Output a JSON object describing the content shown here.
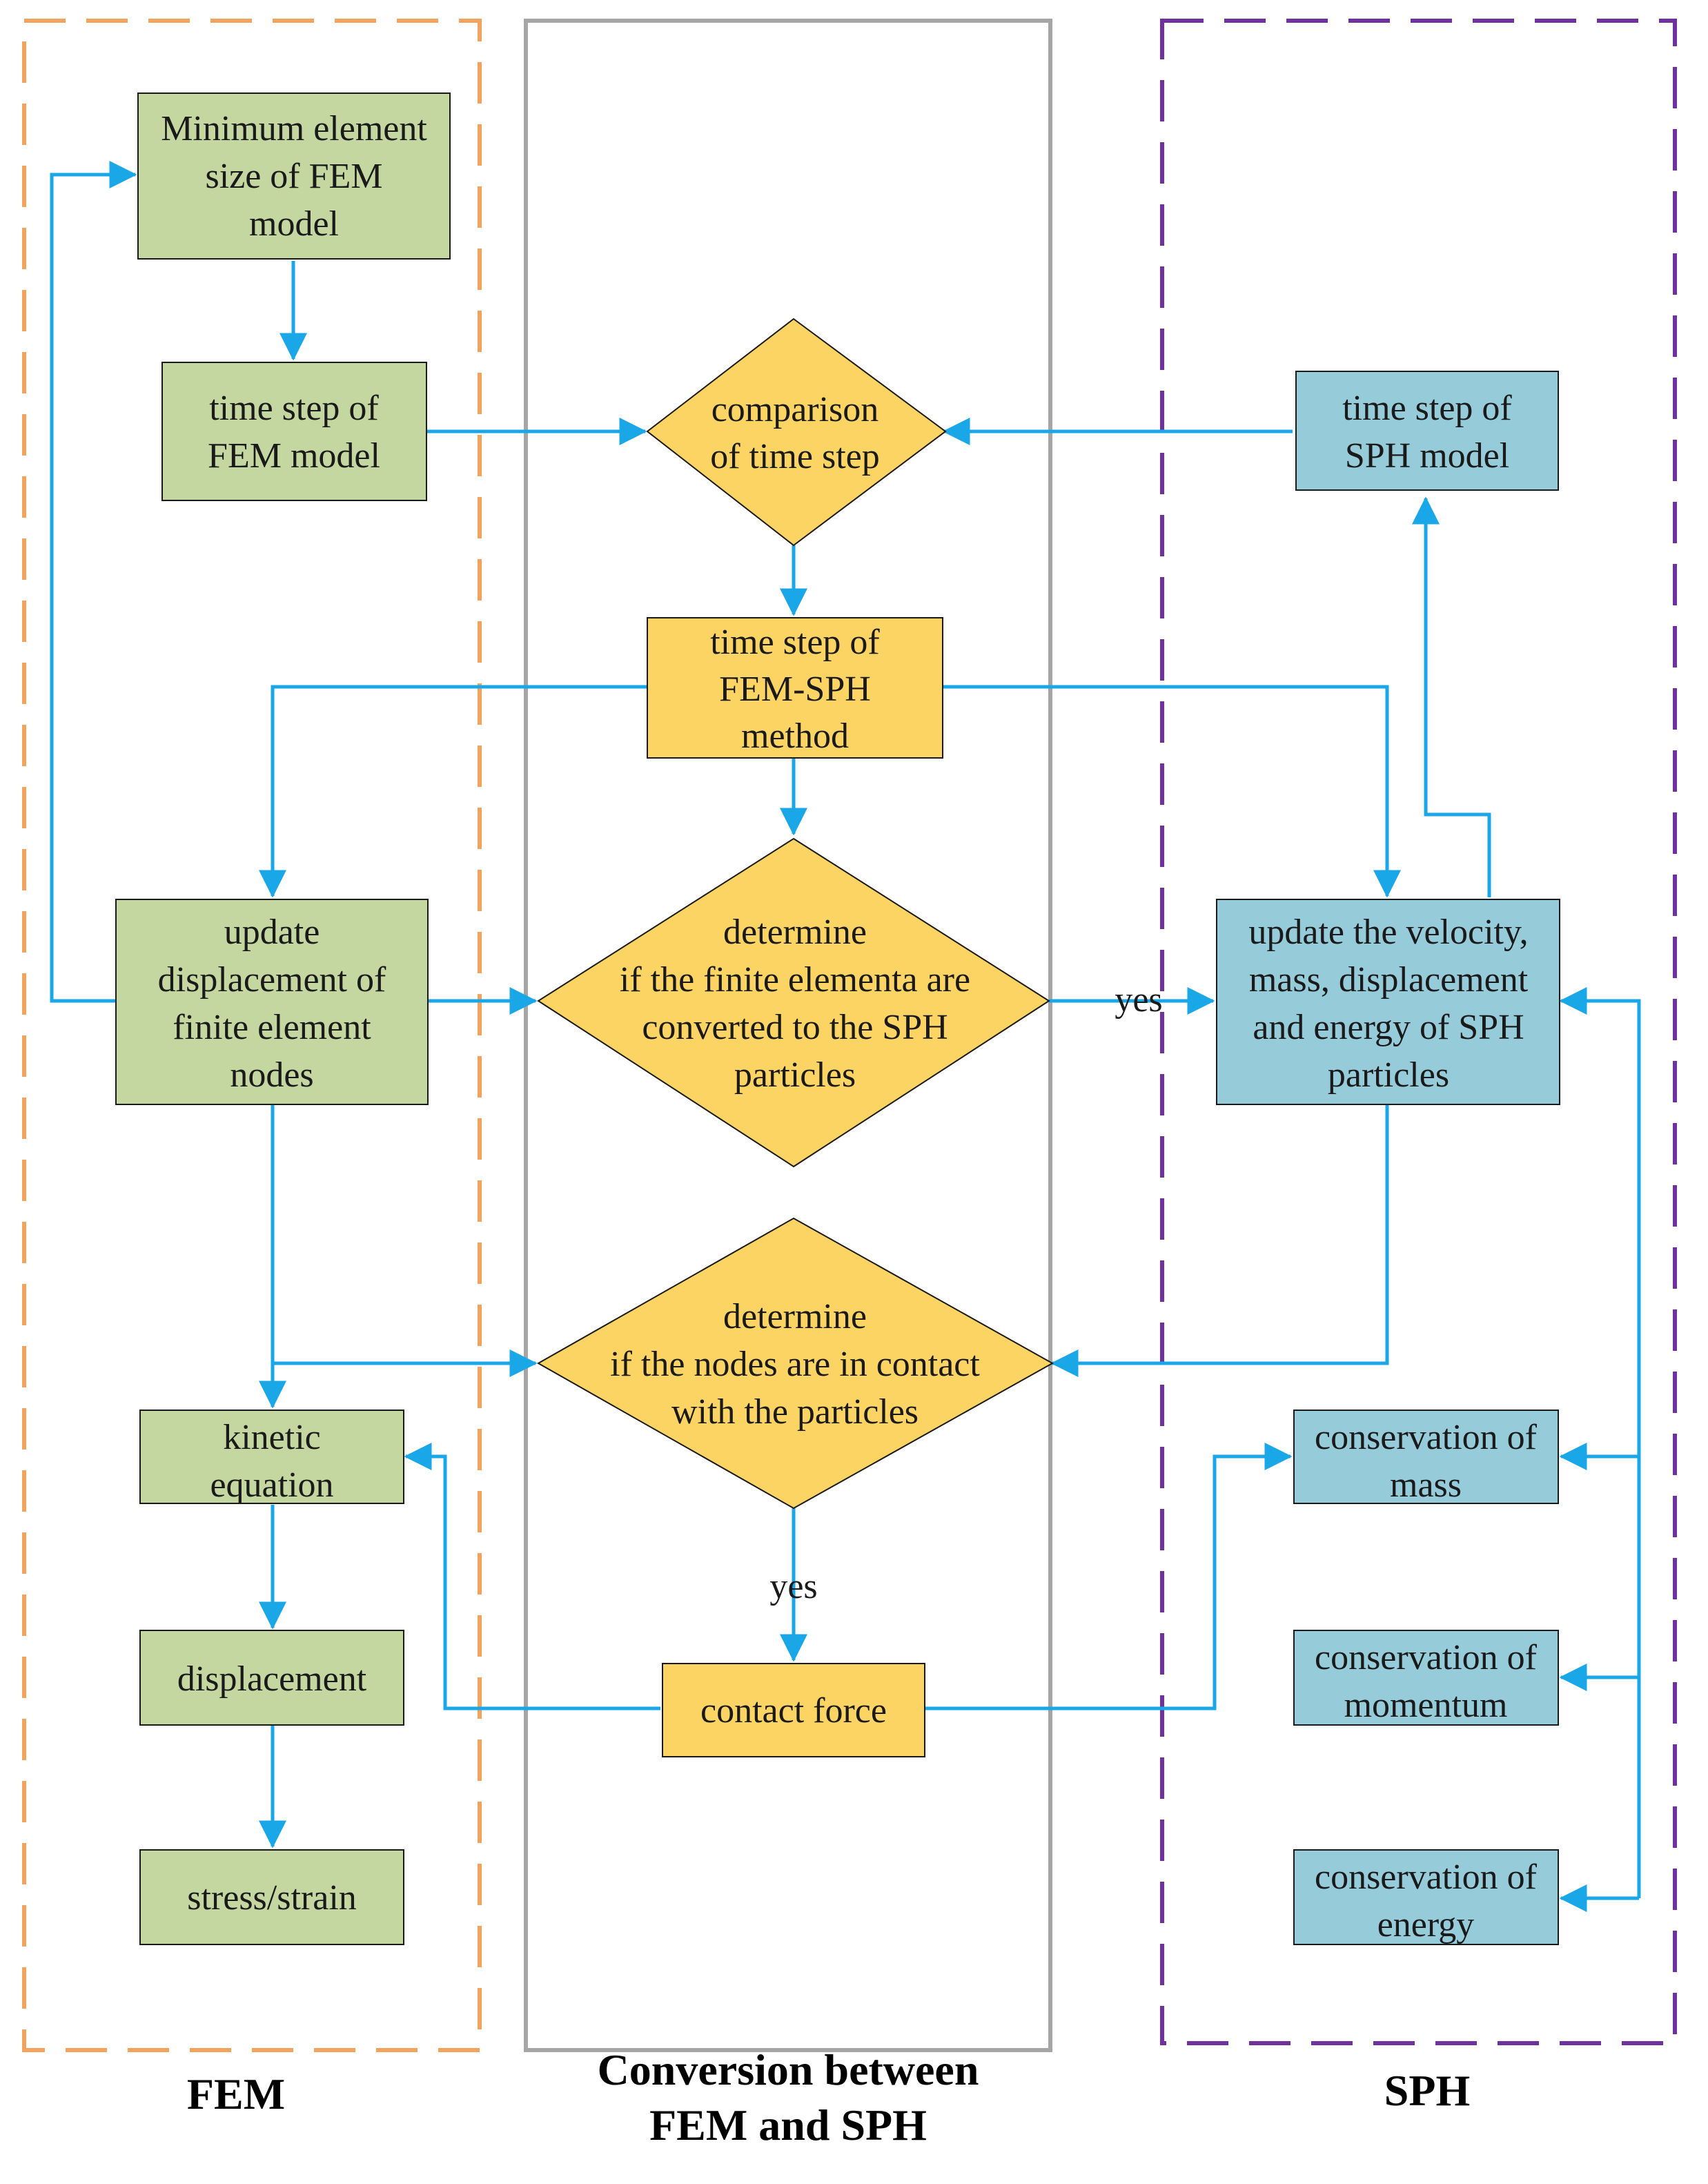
{
  "colors": {
    "fem_fill": "#c5d7a0",
    "conv_fill": "#fcd463",
    "sph_fill": "#96ccda",
    "arrow": "#1aa7e8",
    "fem_border": "#f2a35e",
    "conv_border": "#a6a6a6",
    "sph_border": "#7030a0"
  },
  "regions": {
    "fem": "FEM",
    "conversion": [
      "Conversion between",
      "FEM and SPH"
    ],
    "sph": "SPH"
  },
  "nodes": {
    "min_element": [
      "Minimum element",
      "size of FEM",
      "model"
    ],
    "fem_time_step": [
      "time step of",
      "FEM model"
    ],
    "comparison": [
      "comparison",
      "of time step"
    ],
    "sph_time_step": [
      "time step of",
      "SPH model"
    ],
    "femsph_time_step": [
      "time step of",
      "FEM-SPH",
      "method"
    ],
    "update_displacement": [
      "update",
      "displacement of",
      "finite element",
      "nodes"
    ],
    "determine_convert": [
      "determine",
      "if the finite elementa are",
      "converted to the SPH",
      "particles"
    ],
    "update_sph": [
      "update the  velocity,",
      "mass, displacement",
      "and energy of SPH",
      "particles"
    ],
    "determine_contact": [
      "determine",
      "if the nodes are in contact",
      "with the particles"
    ],
    "kinetic": [
      "kinetic",
      "equation"
    ],
    "displacement": [
      "displacement"
    ],
    "stress": [
      "stress/strain"
    ],
    "contact_force": [
      "contact force"
    ],
    "cons_mass": [
      "conservation of",
      "mass"
    ],
    "cons_momentum": [
      "conservation of",
      "momentum"
    ],
    "cons_energy": [
      "conservation of",
      "energy"
    ]
  },
  "edge_labels": {
    "yes_right": "yes",
    "yes_down": "yes"
  }
}
